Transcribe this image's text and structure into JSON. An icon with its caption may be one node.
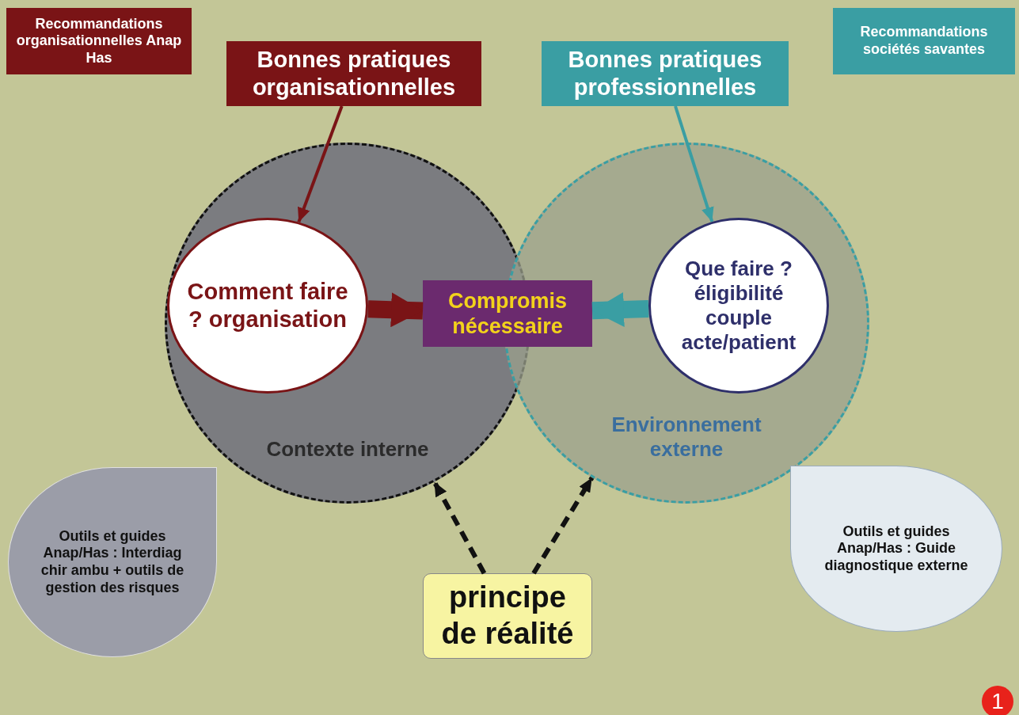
{
  "diagram": {
    "nodes": [
      {
        "text": [
          "Recommandations organisationnelles Anap Has"
        ]
      },
      {
        "text": [
          "Bonnes pratiques organisationnelles"
        ]
      },
      {
        "text": [
          "Bonnes pratiques professionnelles"
        ]
      },
      {
        "text": [
          "Recommandations sociétés savantes"
        ]
      },
      {
        "text": [
          "Contexte interne"
        ]
      },
      {
        "text": [
          "Comment faire ? organisation"
        ],
        "in": 4
      },
      {
        "text": [
          "Environnement externe"
        ]
      },
      {
        "text": [
          "Que faire ? éligibilité couple acte/patient"
        ],
        "in": 6
      },
      {
        "text": [
          "Compromis nécessaire"
        ]
      },
      {
        "text": [
          "Outils et guides Anap/Has : Interdiag chir ambu + outils de gestion des risques"
        ]
      },
      {
        "text": [
          "Outils et guides Anap/Has : Guide diagnostique externe"
        ]
      },
      {
        "text": [
          "principe de réalité"
        ]
      }
    ],
    "edges": [
      {
        "from": 1,
        "to": 5,
        "arrow": "to",
        "color": "#7a1416"
      },
      {
        "from": 2,
        "to": 7,
        "arrow": "to",
        "color": "#3a9ea3"
      },
      {
        "from": 5,
        "to": 8,
        "arrow": "to",
        "style": "thick",
        "color": "#7a1416"
      },
      {
        "from": 7,
        "to": 8,
        "arrow": "to",
        "style": "thick",
        "color": "#3a9ea3"
      },
      {
        "from": 11,
        "to": 4,
        "arrow": "to",
        "style": "dashed",
        "color": "#111111"
      },
      {
        "from": 11,
        "to": 6,
        "arrow": "to",
        "style": "dashed",
        "color": "#111111"
      }
    ],
    "labels": [
      "1"
    ]
  }
}
